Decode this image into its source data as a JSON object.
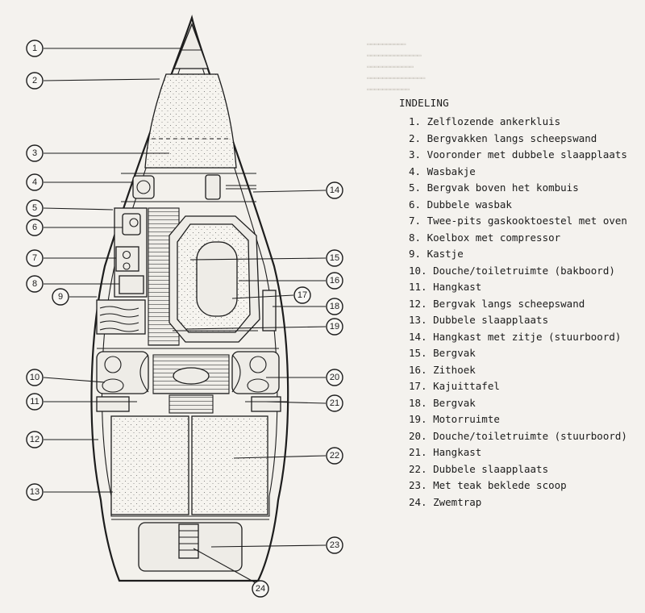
{
  "legend": {
    "title": "INDELING",
    "items": [
      {
        "num": "1",
        "label": "1. Zelflozende ankerkluis"
      },
      {
        "num": "2",
        "label": "2. Bergvakken langs scheepswand"
      },
      {
        "num": "3",
        "label": "3. Vooronder met dubbele slaapplaats"
      },
      {
        "num": "4",
        "label": "4. Wasbakje"
      },
      {
        "num": "5",
        "label": "5. Bergvak boven het kombuis"
      },
      {
        "num": "6",
        "label": "6. Dubbele wasbak"
      },
      {
        "num": "7",
        "label": "7. Twee-pits gaskooktoestel met oven"
      },
      {
        "num": "8",
        "label": "8. Koelbox met compressor"
      },
      {
        "num": "9",
        "label": "9. Kastje"
      },
      {
        "num": "10",
        "label": "10. Douche/toiletruimte (bakboord)"
      },
      {
        "num": "11",
        "label": "11. Hangkast"
      },
      {
        "num": "12",
        "label": "12. Bergvak langs scheepswand"
      },
      {
        "num": "13",
        "label": "13. Dubbele slaapplaats"
      },
      {
        "num": "14",
        "label": "14. Hangkast met zitje (stuurboord)"
      },
      {
        "num": "15",
        "label": "15. Bergvak"
      },
      {
        "num": "16",
        "label": "16. Zithoek"
      },
      {
        "num": "17",
        "label": "17. Kajuittafel"
      },
      {
        "num": "18",
        "label": "18. Bergvak"
      },
      {
        "num": "19",
        "label": "19. Motorruimte"
      },
      {
        "num": "20",
        "label": "20. Douche/toiletruimte (stuurboord)"
      },
      {
        "num": "21",
        "label": "21. Hangkast"
      },
      {
        "num": "22",
        "label": "22. Dubbele slaapplaats"
      },
      {
        "num": "23",
        "label": "23. Met teak beklede scoop"
      },
      {
        "num": "24",
        "label": "24. Zwemtrap"
      }
    ]
  },
  "callouts": [
    "1",
    "2",
    "3",
    "4",
    "5",
    "6",
    "7",
    "8",
    "9",
    "10",
    "11",
    "12",
    "13",
    "14",
    "15",
    "16",
    "17",
    "18",
    "19",
    "20",
    "21",
    "22",
    "23",
    "24"
  ],
  "colors": {
    "ink": "#1d1d1d",
    "paper": "#f4f2ee"
  }
}
